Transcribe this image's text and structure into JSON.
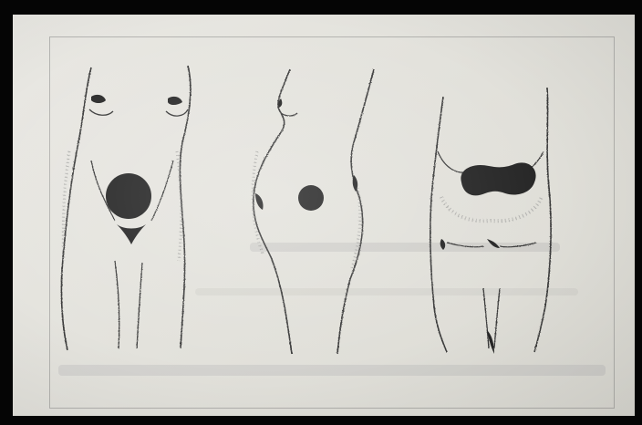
{
  "image": {
    "content": "figure-illustration",
    "visible_text": []
  },
  "figures": [
    {
      "view": "front",
      "mark_shape": "circle"
    },
    {
      "view": "side",
      "mark_shape": "circle"
    },
    {
      "view": "back",
      "mark_shape": "kidney"
    }
  ],
  "colors": {
    "paper": "#e6e5df",
    "ink": "#2b2b2b",
    "mark": "#262626",
    "surround": "#000000"
  }
}
